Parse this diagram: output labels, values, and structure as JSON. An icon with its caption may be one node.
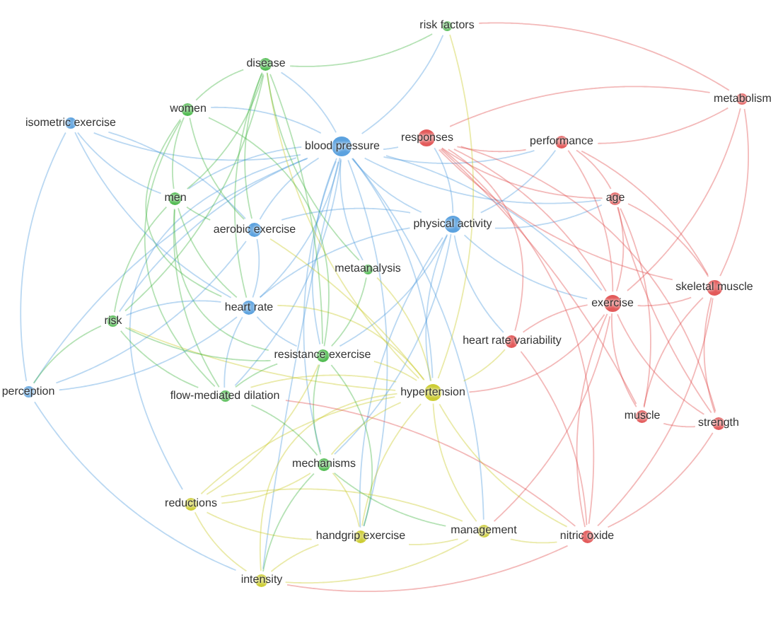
{
  "diagram": {
    "nodes": [
      {
        "text": [
          "risk factors"
        ]
      },
      {
        "text": [
          "metabolism"
        ]
      },
      {
        "text": [
          "disease"
        ]
      },
      {
        "text": [
          "women"
        ]
      },
      {
        "text": [
          "isometric exercise"
        ]
      },
      {
        "text": [
          "blood pressure"
        ]
      },
      {
        "text": [
          "responses"
        ]
      },
      {
        "text": [
          "performance"
        ]
      },
      {
        "text": [
          "age"
        ]
      },
      {
        "text": [
          "men"
        ]
      },
      {
        "text": [
          "aerobic exercise"
        ]
      },
      {
        "text": [
          "physical activity"
        ]
      },
      {
        "text": [
          "metaanalysis"
        ]
      },
      {
        "text": [
          "heart rate"
        ]
      },
      {
        "text": [
          "skeletal muscle"
        ]
      },
      {
        "text": [
          "exercise"
        ]
      },
      {
        "text": [
          "risk"
        ]
      },
      {
        "text": [
          "resistance exercise"
        ]
      },
      {
        "text": [
          "heart rate variability"
        ]
      },
      {
        "text": [
          "perception"
        ]
      },
      {
        "text": [
          "flow-mediated dilation"
        ]
      },
      {
        "text": [
          "hypertension"
        ]
      },
      {
        "text": [
          "muscle"
        ]
      },
      {
        "text": [
          "strength"
        ]
      },
      {
        "text": [
          "mechanisms"
        ]
      },
      {
        "text": [
          "reductions"
        ]
      },
      {
        "text": [
          "handgrip exercise"
        ]
      },
      {
        "text": [
          "management"
        ]
      },
      {
        "text": [
          "nitric oxide"
        ]
      },
      {
        "text": [
          "intensity"
        ]
      }
    ],
    "edges": [
      {
        "from": 5,
        "to": 0,
        "arrow": "none",
        "color": "#4a98dc"
      },
      {
        "from": 5,
        "to": 2,
        "arrow": "none",
        "color": "#4a98dc"
      },
      {
        "from": 5,
        "to": 3,
        "arrow": "none",
        "color": "#4a98dc"
      },
      {
        "from": 5,
        "to": 4,
        "arrow": "none",
        "color": "#4a98dc"
      },
      {
        "from": 5,
        "to": 6,
        "arrow": "none",
        "color": "#4a98dc"
      },
      {
        "from": 5,
        "to": 7,
        "arrow": "none",
        "color": "#4a98dc"
      },
      {
        "from": 5,
        "to": 8,
        "arrow": "none",
        "color": "#4a98dc"
      },
      {
        "from": 5,
        "to": 9,
        "arrow": "none",
        "color": "#4a98dc"
      },
      {
        "from": 5,
        "to": 10,
        "arrow": "none",
        "color": "#4a98dc"
      },
      {
        "from": 5,
        "to": 11,
        "arrow": "none",
        "color": "#4a98dc"
      },
      {
        "from": 5,
        "to": 12,
        "arrow": "none",
        "color": "#4a98dc"
      },
      {
        "from": 5,
        "to": 13,
        "arrow": "none",
        "color": "#4a98dc"
      },
      {
        "from": 5,
        "to": 15,
        "arrow": "none",
        "color": "#4a98dc"
      },
      {
        "from": 5,
        "to": 16,
        "arrow": "none",
        "color": "#4a98dc"
      },
      {
        "from": 5,
        "to": 17,
        "arrow": "none",
        "color": "#4a98dc"
      },
      {
        "from": 5,
        "to": 19,
        "arrow": "none",
        "color": "#4a98dc"
      },
      {
        "from": 5,
        "to": 20,
        "arrow": "none",
        "color": "#4a98dc"
      },
      {
        "from": 5,
        "to": 21,
        "arrow": "none",
        "color": "#4a98dc"
      },
      {
        "from": 5,
        "to": 24,
        "arrow": "none",
        "color": "#4a98dc"
      },
      {
        "from": 5,
        "to": 25,
        "arrow": "none",
        "color": "#4a98dc"
      },
      {
        "from": 5,
        "to": 26,
        "arrow": "none",
        "color": "#4a98dc"
      },
      {
        "from": 5,
        "to": 27,
        "arrow": "none",
        "color": "#4a98dc"
      },
      {
        "from": 5,
        "to": 29,
        "arrow": "none",
        "color": "#4a98dc"
      },
      {
        "from": 11,
        "to": 6,
        "arrow": "none",
        "color": "#4a98dc"
      },
      {
        "from": 11,
        "to": 7,
        "arrow": "none",
        "color": "#4a98dc"
      },
      {
        "from": 11,
        "to": 8,
        "arrow": "none",
        "color": "#4a98dc"
      },
      {
        "from": 11,
        "to": 10,
        "arrow": "none",
        "color": "#4a98dc"
      },
      {
        "from": 11,
        "to": 13,
        "arrow": "none",
        "color": "#4a98dc"
      },
      {
        "from": 11,
        "to": 15,
        "arrow": "none",
        "color": "#4a98dc"
      },
      {
        "from": 11,
        "to": 17,
        "arrow": "none",
        "color": "#4a98dc"
      },
      {
        "from": 11,
        "to": 18,
        "arrow": "none",
        "color": "#4a98dc"
      },
      {
        "from": 11,
        "to": 21,
        "arrow": "none",
        "color": "#4a98dc"
      },
      {
        "from": 11,
        "to": 24,
        "arrow": "none",
        "color": "#4a98dc"
      },
      {
        "from": 11,
        "to": 26,
        "arrow": "none",
        "color": "#4a98dc"
      },
      {
        "from": 15,
        "to": 1,
        "arrow": "none",
        "color": "#e04848"
      },
      {
        "from": 15,
        "to": 6,
        "arrow": "none",
        "color": "#e04848"
      },
      {
        "from": 15,
        "to": 7,
        "arrow": "none",
        "color": "#e04848"
      },
      {
        "from": 15,
        "to": 8,
        "arrow": "none",
        "color": "#e04848"
      },
      {
        "from": 15,
        "to": 14,
        "arrow": "none",
        "color": "#e04848"
      },
      {
        "from": 15,
        "to": 18,
        "arrow": "none",
        "color": "#e04848"
      },
      {
        "from": 15,
        "to": 21,
        "arrow": "none",
        "color": "#e04848"
      },
      {
        "from": 15,
        "to": 22,
        "arrow": "none",
        "color": "#e04848"
      },
      {
        "from": 15,
        "to": 23,
        "arrow": "none",
        "color": "#e04848"
      },
      {
        "from": 15,
        "to": 27,
        "arrow": "none",
        "color": "#e04848"
      },
      {
        "from": 15,
        "to": 28,
        "arrow": "none",
        "color": "#e04848"
      },
      {
        "from": 6,
        "to": 7,
        "arrow": "none",
        "color": "#e04848"
      },
      {
        "from": 6,
        "to": 8,
        "arrow": "none",
        "color": "#e04848"
      },
      {
        "from": 6,
        "to": 14,
        "arrow": "none",
        "color": "#e04848"
      },
      {
        "from": 6,
        "to": 18,
        "arrow": "none",
        "color": "#e04848"
      },
      {
        "from": 6,
        "to": 22,
        "arrow": "none",
        "color": "#e04848"
      },
      {
        "from": 6,
        "to": 23,
        "arrow": "none",
        "color": "#e04848"
      },
      {
        "from": 6,
        "to": 28,
        "arrow": "none",
        "color": "#e04848"
      },
      {
        "from": 6,
        "to": 1,
        "arrow": "none",
        "color": "#e04848"
      },
      {
        "from": 14,
        "to": 1,
        "arrow": "none",
        "color": "#e04848"
      },
      {
        "from": 14,
        "to": 8,
        "arrow": "none",
        "color": "#e04848"
      },
      {
        "from": 14,
        "to": 22,
        "arrow": "none",
        "color": "#e04848"
      },
      {
        "from": 14,
        "to": 23,
        "arrow": "none",
        "color": "#e04848"
      },
      {
        "from": 14,
        "to": 28,
        "arrow": "none",
        "color": "#e04848"
      },
      {
        "from": 14,
        "to": 7,
        "arrow": "none",
        "color": "#e04848"
      },
      {
        "from": 8,
        "to": 22,
        "arrow": "none",
        "color": "#e04848"
      },
      {
        "from": 8,
        "to": 23,
        "arrow": "none",
        "color": "#e04848"
      },
      {
        "from": 8,
        "to": 7,
        "arrow": "none",
        "color": "#e04848"
      },
      {
        "from": 22,
        "to": 23,
        "arrow": "none",
        "color": "#e04848"
      },
      {
        "from": 7,
        "to": 1,
        "arrow": "none",
        "color": "#e04848"
      },
      {
        "from": 21,
        "to": 25,
        "arrow": "none",
        "color": "#c8c81e"
      },
      {
        "from": 21,
        "to": 26,
        "arrow": "none",
        "color": "#c8c81e"
      },
      {
        "from": 21,
        "to": 27,
        "arrow": "none",
        "color": "#c8c81e"
      },
      {
        "from": 21,
        "to": 29,
        "arrow": "none",
        "color": "#c8c81e"
      },
      {
        "from": 21,
        "to": 24,
        "arrow": "none",
        "color": "#c8c81e"
      },
      {
        "from": 21,
        "to": 17,
        "arrow": "none",
        "color": "#c8c81e"
      },
      {
        "from": 21,
        "to": 20,
        "arrow": "none",
        "color": "#c8c81e"
      },
      {
        "from": 21,
        "to": 13,
        "arrow": "none",
        "color": "#c8c81e"
      },
      {
        "from": 21,
        "to": 10,
        "arrow": "none",
        "color": "#c8c81e"
      },
      {
        "from": 21,
        "to": 12,
        "arrow": "none",
        "color": "#c8c81e"
      },
      {
        "from": 21,
        "to": 28,
        "arrow": "none",
        "color": "#c8c81e"
      },
      {
        "from": 21,
        "to": 18,
        "arrow": "none",
        "color": "#c8c81e"
      },
      {
        "from": 21,
        "to": 2,
        "arrow": "none",
        "color": "#c8c81e"
      },
      {
        "from": 21,
        "to": 0,
        "arrow": "none",
        "color": "#c8c81e"
      },
      {
        "from": 21,
        "to": 16,
        "arrow": "none",
        "color": "#c8c81e"
      },
      {
        "from": 2,
        "to": 3,
        "arrow": "none",
        "color": "#3cb43c"
      },
      {
        "from": 2,
        "to": 9,
        "arrow": "none",
        "color": "#3cb43c"
      },
      {
        "from": 2,
        "to": 10,
        "arrow": "none",
        "color": "#3cb43c"
      },
      {
        "from": 2,
        "to": 13,
        "arrow": "none",
        "color": "#3cb43c"
      },
      {
        "from": 2,
        "to": 17,
        "arrow": "none",
        "color": "#3cb43c"
      },
      {
        "from": 2,
        "to": 0,
        "arrow": "none",
        "color": "#3cb43c"
      },
      {
        "from": 2,
        "to": 12,
        "arrow": "none",
        "color": "#3cb43c"
      },
      {
        "from": 2,
        "to": 16,
        "arrow": "none",
        "color": "#3cb43c"
      },
      {
        "from": 3,
        "to": 9,
        "arrow": "none",
        "color": "#3cb43c"
      },
      {
        "from": 3,
        "to": 10,
        "arrow": "none",
        "color": "#3cb43c"
      },
      {
        "from": 3,
        "to": 13,
        "arrow": "none",
        "color": "#3cb43c"
      },
      {
        "from": 3,
        "to": 17,
        "arrow": "none",
        "color": "#3cb43c"
      },
      {
        "from": 3,
        "to": 20,
        "arrow": "none",
        "color": "#3cb43c"
      },
      {
        "from": 9,
        "to": 16,
        "arrow": "none",
        "color": "#3cb43c"
      },
      {
        "from": 9,
        "to": 13,
        "arrow": "none",
        "color": "#3cb43c"
      },
      {
        "from": 9,
        "to": 17,
        "arrow": "none",
        "color": "#3cb43c"
      },
      {
        "from": 9,
        "to": 20,
        "arrow": "none",
        "color": "#3cb43c"
      },
      {
        "from": 9,
        "to": 10,
        "arrow": "none",
        "color": "#3cb43c"
      },
      {
        "from": 13,
        "to": 16,
        "arrow": "none",
        "color": "#4a98dc"
      },
      {
        "from": 13,
        "to": 19,
        "arrow": "none",
        "color": "#4a98dc"
      },
      {
        "from": 13,
        "to": 20,
        "arrow": "none",
        "color": "#4a98dc"
      },
      {
        "from": 13,
        "to": 17,
        "arrow": "none",
        "color": "#4a98dc"
      },
      {
        "from": 13,
        "to": 10,
        "arrow": "none",
        "color": "#4a98dc"
      },
      {
        "from": 13,
        "to": 4,
        "arrow": "none",
        "color": "#4a98dc"
      },
      {
        "from": 16,
        "to": 19,
        "arrow": "none",
        "color": "#3cb43c"
      },
      {
        "from": 16,
        "to": 20,
        "arrow": "none",
        "color": "#3cb43c"
      },
      {
        "from": 16,
        "to": 17,
        "arrow": "none",
        "color": "#3cb43c"
      },
      {
        "from": 17,
        "to": 20,
        "arrow": "none",
        "color": "#3cb43c"
      },
      {
        "from": 17,
        "to": 24,
        "arrow": "none",
        "color": "#3cb43c"
      },
      {
        "from": 17,
        "to": 26,
        "arrow": "none",
        "color": "#3cb43c"
      },
      {
        "from": 17,
        "to": 12,
        "arrow": "none",
        "color": "#3cb43c"
      },
      {
        "from": 4,
        "to": 9,
        "arrow": "none",
        "color": "#4a98dc"
      },
      {
        "from": 4,
        "to": 10,
        "arrow": "none",
        "color": "#4a98dc"
      },
      {
        "from": 4,
        "to": 19,
        "arrow": "none",
        "color": "#4a98dc"
      },
      {
        "from": 19,
        "to": 10,
        "arrow": "none",
        "color": "#4a98dc"
      },
      {
        "from": 19,
        "to": 29,
        "arrow": "none",
        "color": "#4a98dc"
      },
      {
        "from": 25,
        "to": 29,
        "arrow": "none",
        "color": "#c8c81e"
      },
      {
        "from": 25,
        "to": 26,
        "arrow": "none",
        "color": "#c8c81e"
      },
      {
        "from": 25,
        "to": 27,
        "arrow": "none",
        "color": "#c8c81e"
      },
      {
        "from": 25,
        "to": 24,
        "arrow": "none",
        "color": "#c8c81e"
      },
      {
        "from": 25,
        "to": 17,
        "arrow": "none",
        "color": "#c8c81e"
      },
      {
        "from": 26,
        "to": 27,
        "arrow": "none",
        "color": "#c8c81e"
      },
      {
        "from": 26,
        "to": 29,
        "arrow": "none",
        "color": "#c8c81e"
      },
      {
        "from": 26,
        "to": 24,
        "arrow": "none",
        "color": "#c8c81e"
      },
      {
        "from": 24,
        "to": 20,
        "arrow": "none",
        "color": "#3cb43c"
      },
      {
        "from": 24,
        "to": 29,
        "arrow": "none",
        "color": "#3cb43c"
      },
      {
        "from": 24,
        "to": 27,
        "arrow": "none",
        "color": "#3cb43c"
      },
      {
        "from": 27,
        "to": 29,
        "arrow": "none",
        "color": "#c8c81e"
      },
      {
        "from": 27,
        "to": 28,
        "arrow": "none",
        "color": "#c8c81e"
      },
      {
        "from": 28,
        "to": 18,
        "arrow": "none",
        "color": "#e04848"
      },
      {
        "from": 28,
        "to": 20,
        "arrow": "none",
        "color": "#e04848"
      },
      {
        "from": 28,
        "to": 23,
        "arrow": "none",
        "color": "#e04848"
      },
      {
        "from": 28,
        "to": 29,
        "arrow": "none",
        "color": "#e04848"
      },
      {
        "from": 1,
        "to": 0,
        "arrow": "none",
        "color": "#e04848"
      }
    ]
  }
}
